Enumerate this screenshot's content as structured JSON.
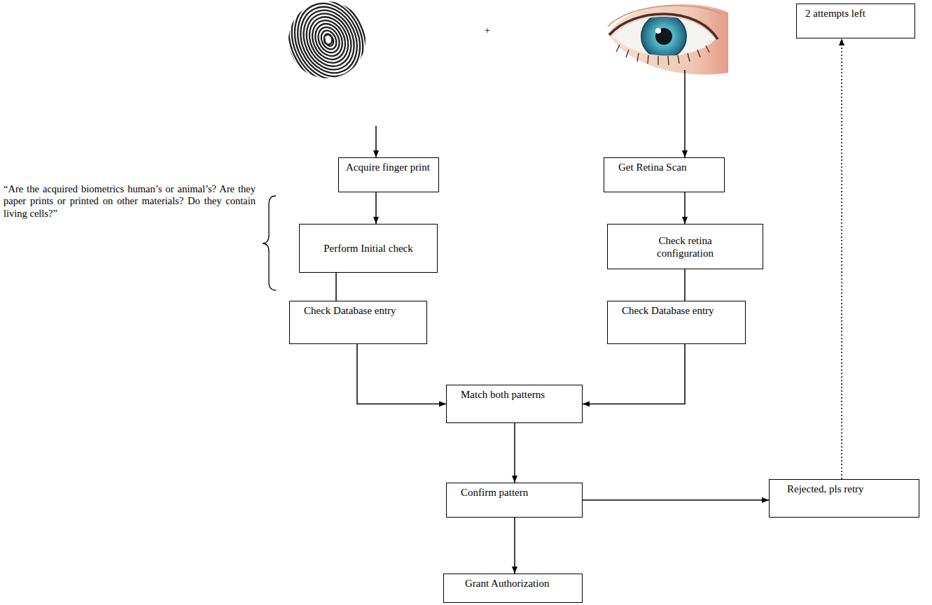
{
  "diagram": {
    "nodes": [
      {
        "text": [
          "2 attempts left"
        ]
      },
      {
        "text": [
          "Acquire finger print"
        ]
      },
      {
        "text": [
          "Get Retina Scan"
        ]
      },
      {
        "text": [
          "Perform Initial check"
        ]
      },
      {
        "text": [
          "Check retina configuration"
        ]
      },
      {
        "text": [
          "Check Database entry"
        ]
      },
      {
        "text": [
          "Check Database entry"
        ]
      },
      {
        "text": [
          "Match both patterns"
        ]
      },
      {
        "text": [
          "Confirm pattern"
        ]
      },
      {
        "text": [
          "Rejected, pls retry"
        ]
      },
      {
        "text": [
          "Grant Authorization"
        ]
      }
    ],
    "edges": [
      {
        "from": 1,
        "to": 3,
        "arrow": "to"
      },
      {
        "from": 2,
        "to": 4,
        "arrow": "to"
      },
      {
        "from": 3,
        "to": 5,
        "arrow": "none"
      },
      {
        "from": 4,
        "to": 6,
        "arrow": "none"
      },
      {
        "from": 5,
        "to": 7,
        "arrow": "to"
      },
      {
        "from": 6,
        "to": 7,
        "arrow": "to"
      },
      {
        "from": 7,
        "to": 8,
        "arrow": "to"
      },
      {
        "from": 8,
        "to": 9,
        "arrow": "to"
      },
      {
        "from": 8,
        "to": 10,
        "arrow": "to"
      },
      {
        "from": 9,
        "to": 0,
        "arrow": "to"
      }
    ],
    "labels": [
      "+",
      "“Are the acquired biometrics human’s or animal’s? Are they paper prints or printed on other materials? Do they contain living cells?”"
    ]
  }
}
